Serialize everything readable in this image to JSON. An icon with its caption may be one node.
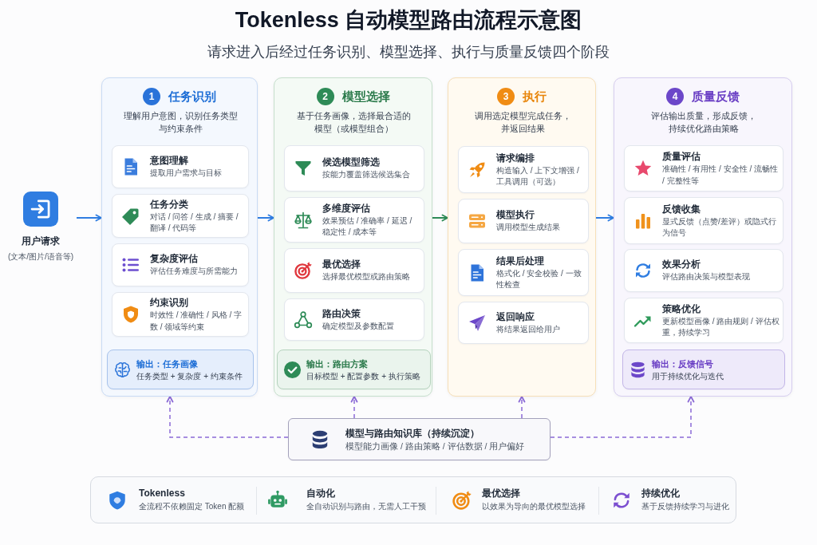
{
  "diagram": {
    "title": "Tokenless 自动模型路由流程示意图",
    "nodes": [
      {
        "text": [
          "用户请求",
          "(文本/图片/语音等)"
        ]
      },
      {
        "text": [
          "1",
          "任务识别",
          "理解用户意图，识别任务类型与约束条件"
        ]
      },
      {
        "text": [
          "意图理解",
          "提取用户需求与目标"
        ],
        "in": 1
      },
      {
        "text": [
          "任务分类",
          "对话 / 问答 / 生成 / 摘要 / 翻译 / 代码等"
        ],
        "in": 1
      },
      {
        "text": [
          "复杂度评估",
          "评估任务难度与所需能力"
        ],
        "in": 1
      },
      {
        "text": [
          "约束识别",
          "时效性 / 准确性 / 风格 / 字数 / 领域等约束"
        ],
        "in": 1
      },
      {
        "text": [
          "输出：任务画像",
          "任务类型 + 复杂度 + 约束条件"
        ],
        "in": 1
      },
      {
        "text": [
          "2",
          "模型选择",
          "基于任务画像，选择最合适的模型（或模型组合）"
        ]
      },
      {
        "text": [
          "候选模型筛选",
          "按能力覆盖筛选候选集合"
        ],
        "in": 7
      },
      {
        "text": [
          "多维度评估",
          "效果预估 / 准确率 / 延迟 / 稳定性 / 成本等"
        ],
        "in": 7
      },
      {
        "text": [
          "最优选择",
          "选择最优模型或路由策略"
        ],
        "in": 7
      },
      {
        "text": [
          "路由决策",
          "确定模型及参数配置"
        ],
        "in": 7
      },
      {
        "text": [
          "输出：路由方案",
          "目标模型 + 配置参数 + 执行策略"
        ],
        "in": 7
      },
      {
        "text": [
          "3",
          "执行",
          "调用选定模型完成任务，并返回结果"
        ]
      },
      {
        "text": [
          "请求编排",
          "构造输入 / 上下文增强 / 工具调用（可选）"
        ],
        "in": 13
      },
      {
        "text": [
          "模型执行",
          "调用模型生成结果"
        ],
        "in": 13
      },
      {
        "text": [
          "结果后处理",
          "格式化 / 安全校验 / 一致性检查"
        ],
        "in": 13
      },
      {
        "text": [
          "返回响应",
          "将结果返回给用户"
        ],
        "in": 13
      },
      {
        "text": [
          "4",
          "质量反馈",
          "评估输出质量，形成反馈，持续优化路由策略"
        ]
      },
      {
        "text": [
          "质量评估",
          "准确性 / 有用性 / 安全性 / 流畅性 / 完整性等"
        ],
        "in": 18
      },
      {
        "text": [
          "反馈收集",
          "显式反馈（点赞/差评）或隐式行为信号"
        ],
        "in": 18
      },
      {
        "text": [
          "效果分析",
          "评估路由决策与模型表现"
        ],
        "in": 18
      },
      {
        "text": [
          "策略优化",
          "更新模型画像 / 路由规则 / 评估权重，持续学习"
        ],
        "in": 18
      },
      {
        "text": [
          "输出：反馈信号",
          "用于持续优化与迭代"
        ],
        "in": 18
      },
      {
        "text": [
          "模型与路由知识库（持续沉淀）",
          "模型能力画像 / 路由策略 / 评估数据 / 用户偏好"
        ]
      },
      {
        "text": [
          "Tokenless",
          "全流程不依赖固定 Token 配额",
          "自动化",
          "全自动识别与路由，无需人工干预",
          "最优选择",
          "以效果为导向的最优模型选择",
          "持续优化",
          "基于反馈持续学习与进化"
        ]
      }
    ],
    "edges": [
      {
        "from": 0,
        "to": 1,
        "arrow": "to",
        "color": "#2f7de1"
      },
      {
        "from": 1,
        "to": 7,
        "arrow": "to",
        "color": "#2f7de1"
      },
      {
        "from": 7,
        "to": 13,
        "arrow": "to",
        "color": "#2e8b57"
      },
      {
        "from": 13,
        "to": 18,
        "arrow": "to",
        "color": "#2f7de1"
      },
      {
        "from": 24,
        "to": 1,
        "arrow": "to",
        "style": "dashed",
        "color": "#8b6ad6"
      },
      {
        "from": 24,
        "to": 7,
        "arrow": "to",
        "style": "dashed",
        "color": "#8b6ad6"
      },
      {
        "from": 24,
        "to": 13,
        "arrow": "to",
        "style": "dashed",
        "color": "#8b6ad6"
      },
      {
        "from": 24,
        "to": 18,
        "arrow": "to",
        "style": "dashed",
        "color": "#8b6ad6"
      }
    ],
    "labels": [
      "请求进入后经过任务识别、模型选择、执行与质量反馈四个阶段"
    ]
  }
}
